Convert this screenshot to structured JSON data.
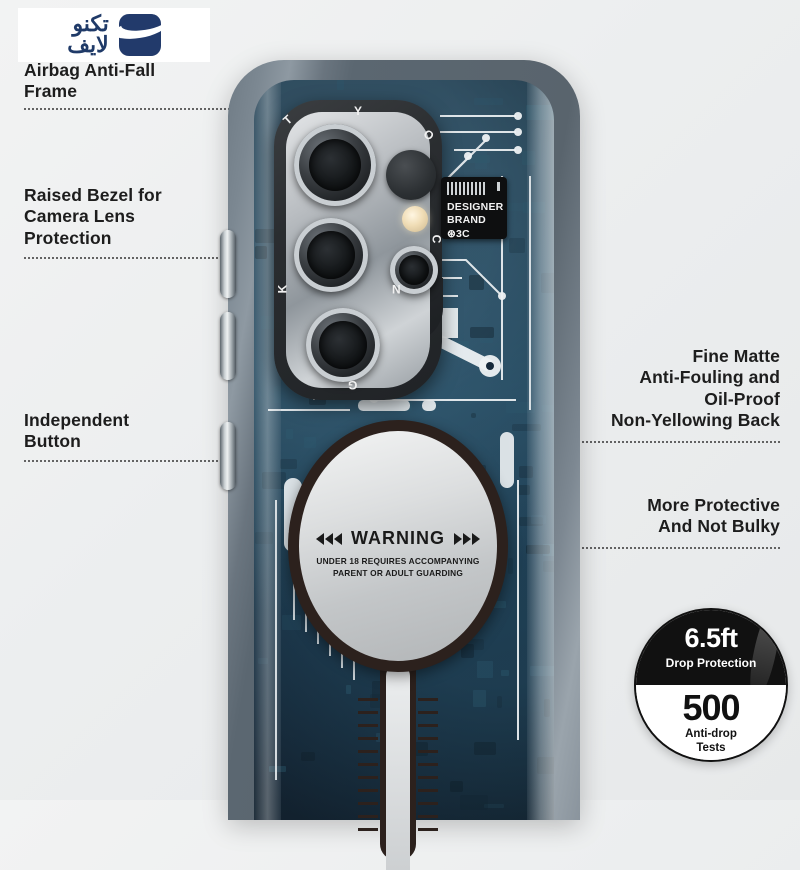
{
  "brand": {
    "logo_line1": "تكنو",
    "logo_line2": "لايف",
    "logo_mark_name": "techno-life-logo-mark"
  },
  "callouts": [
    {
      "id": "airbag",
      "label": "Airbag Anti-Fall\nFrame"
    },
    {
      "id": "bezel",
      "label": "Raised Bezel for\nCamera Lens\nProtection"
    },
    {
      "id": "button",
      "label": "Independent\nButton"
    },
    {
      "id": "matte",
      "label": "Fine Matte\nAnti-Fouling and\nOil-Proof\nNon-Yellowing Back"
    },
    {
      "id": "protective",
      "label": "More Protective\nAnd Not Bulky"
    }
  ],
  "phone": {
    "chip": {
      "line1": "DESIGNER",
      "line2": "BRAND ⊛3C"
    },
    "bezel_letters": [
      "T",
      "Y",
      "O",
      "C",
      "K",
      "N",
      "G"
    ],
    "magsafe": {
      "warning_title": "WARNING",
      "warning_line1": "UNDER 18 REQUIRES ACCOMPANYING",
      "warning_line2": "PARENT OR ADULT GUARDING"
    }
  },
  "badge": {
    "drop_height": "6.5ft",
    "drop_label": "Drop Protection",
    "test_count": "500",
    "test_label": "Anti-drop\nTests"
  },
  "colors": {
    "brand_navy": "#223a6b",
    "text_dark": "#1d1d1d",
    "case_gray": "#6a757f",
    "pcb_teal": "#16293a",
    "ring_brown": "#2c211d",
    "badge_black": "#111111"
  }
}
